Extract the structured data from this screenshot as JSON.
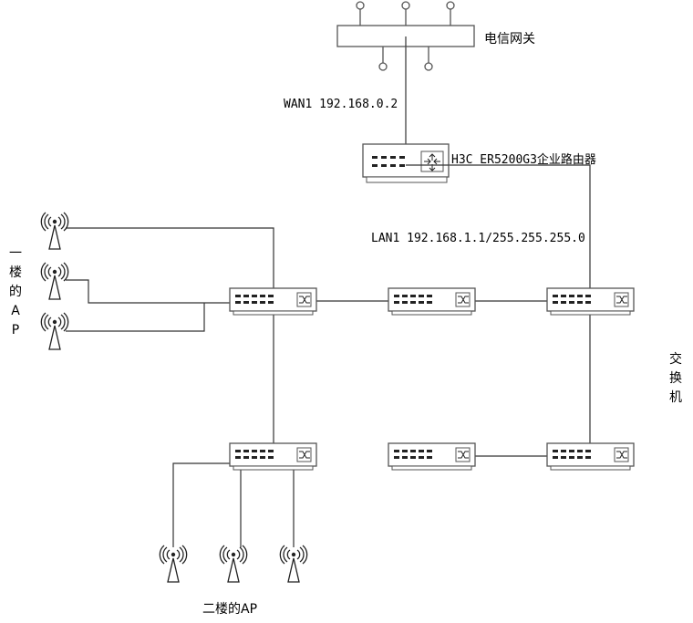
{
  "labels": {
    "gateway": "电信网关",
    "wan": "WAN1 192.168.0.2",
    "router": "H3C ER5200G3企业路由器",
    "lan": "LAN1 192.168.1.1/255.255.255.0",
    "floor1_ap": "一楼的AP",
    "floor2_ap": "二楼的AP",
    "switches": "交换机"
  },
  "icons": {
    "gateway": "gateway-icon",
    "router": "router-icon",
    "switch": "switch-icon",
    "ap": "wireless-ap-icon"
  }
}
